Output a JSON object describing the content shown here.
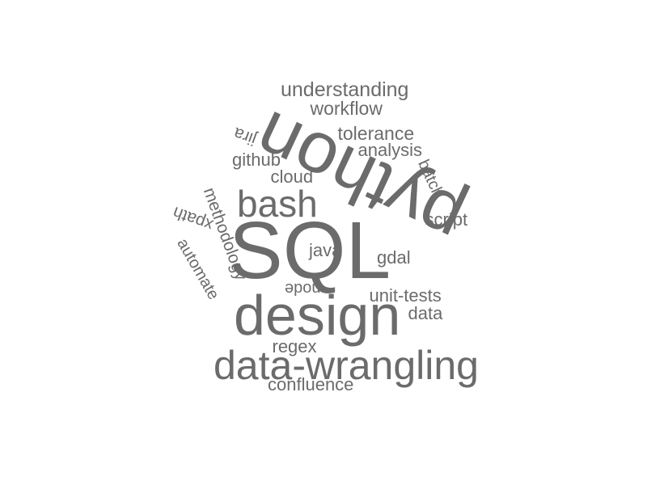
{
  "word_cloud": {
    "text_color": "#6b6b6b",
    "background_color": "#ffffff",
    "words": {
      "sql": "SQL",
      "python": "python",
      "design": "design",
      "data_wrangling": "data-wrangling",
      "bash": "bash",
      "understanding": "understanding",
      "workflow": "workflow",
      "tolerance": "tolerance",
      "analysis": "analysis",
      "github": "github",
      "cloud": "cloud",
      "jira": "jira",
      "batch": "batch",
      "script": "script",
      "gdal": "gdal",
      "java": "java",
      "methodology": "methodology",
      "xpath": "xpath",
      "automate": "automate",
      "node": "node",
      "unit_tests": "unit-tests",
      "data": "data",
      "regex": "regex",
      "confluence": "confluence"
    }
  }
}
